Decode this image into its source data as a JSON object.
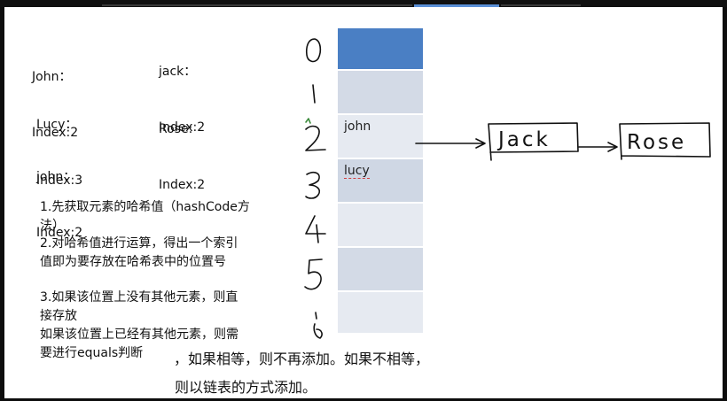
{
  "entries": [
    {
      "name": "John：",
      "index": "Index:2"
    },
    {
      "name": "jack：",
      "index": "Index:2"
    },
    {
      "name": "Lucy：",
      "index": "Index:3"
    },
    {
      "name": "Rose:",
      "index": "Index:2"
    },
    {
      "name": "john：",
      "index": "Index:2"
    }
  ],
  "steps": {
    "step1_line1": "1.先获取元素的哈希值（hashCode方",
    "step1_line2": "法）",
    "step2_line1": "2.对哈希值进行运算，得出一个索引",
    "step2_line2": "值即为要存放在哈希表中的位置号",
    "step3_line1": "3.如果该位置上没有其他元素，则直",
    "step3_line2": "接存放",
    "step3_line3": "如果该位置上已经有其他元素，则需",
    "step3_line4": "要进行equals判断",
    "step3_cont": "，如果相等，则不再添加。如果不相等，",
    "step3_last": "则以链表的方式添加。"
  },
  "table": {
    "cells": [
      "",
      "",
      "john",
      "lucy",
      "",
      "",
      ""
    ],
    "colors": {
      "top": "#4a7fc4",
      "light": "#d3dae6",
      "lighter": "#e6eaf1",
      "lucy": "#cfd7e4"
    }
  },
  "handwriting": {
    "indices": [
      "0",
      "1",
      "2",
      "3",
      "4",
      "5",
      "6"
    ],
    "chain": [
      "Jack",
      "Rose"
    ]
  }
}
